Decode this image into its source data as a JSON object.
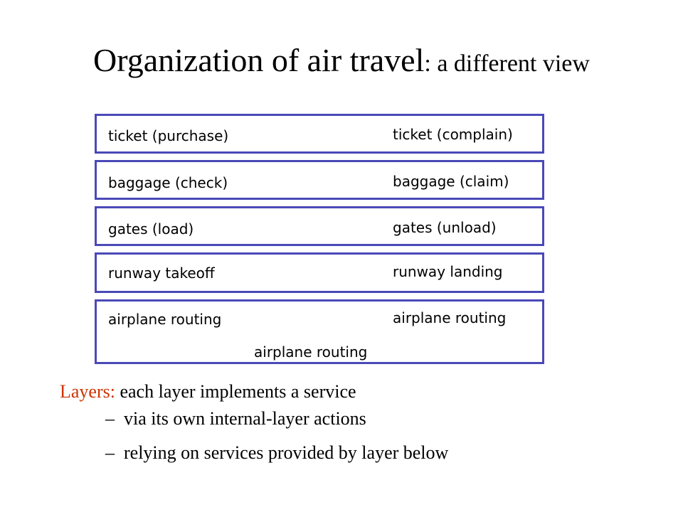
{
  "title": {
    "main": "Organization of air travel",
    "sub": ": a different view"
  },
  "colors": {
    "box_border": "#4a49b8",
    "accent": "#cc3300",
    "text": "#000000"
  },
  "layers": [
    {
      "left": "ticket (purchase)",
      "right": "ticket (complain)"
    },
    {
      "left": "baggage (check)",
      "right": "baggage (claim)"
    },
    {
      "left": "gates (load)",
      "right": "gates (unload)"
    },
    {
      "left": "runway takeoff",
      "right": "runway landing"
    },
    {
      "left": "airplane routing",
      "right": "airplane routing",
      "center": "airplane routing"
    }
  ],
  "description": {
    "lead_label": "Layers:",
    "lead_text": " each layer implements a service",
    "bullets": [
      "via its own internal-layer actions",
      "relying on services provided by layer below"
    ],
    "bullet_marker": "–"
  }
}
